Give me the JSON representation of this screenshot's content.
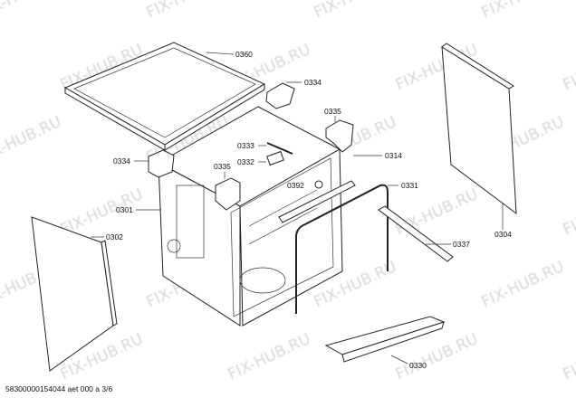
{
  "watermark": "FIX-HUB.RU",
  "labels": {
    "lid": "0360",
    "top_bracket": "0334",
    "right_corner": "0335",
    "part_0333": "0333",
    "part_0332": "0332",
    "left_bracket": "0334",
    "left_corner": "0335",
    "rail_top": "0314",
    "part_0392": "0392",
    "seal": "0331",
    "tub": "0301",
    "left_panel": "0302",
    "right_panel": "0304",
    "rail_side": "0337",
    "bottom_rail": "0330"
  },
  "footer": "58300000154044 aet 000 a 3/6"
}
